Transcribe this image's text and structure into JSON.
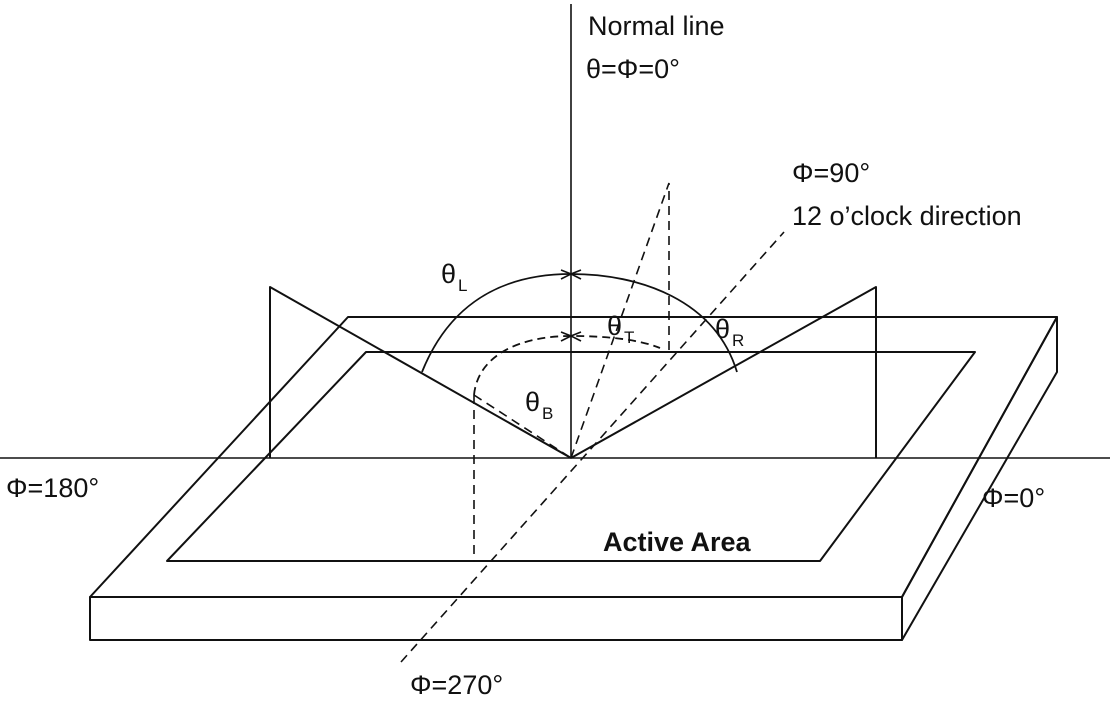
{
  "labels": {
    "normal_line": "Normal line",
    "normal_angle": "θ=Φ=0°",
    "phi_90": "Φ=90°",
    "twelve_oclock": "12 o’clock direction",
    "phi_180": "Φ=180°",
    "phi_0": "Φ=0°",
    "phi_270": "Φ=270°",
    "active_area": "Active Area"
  },
  "angles": {
    "theta_symbol": "θ",
    "left_sub": "L",
    "right_sub": "R",
    "top_sub": "T",
    "bottom_sub": "B"
  },
  "colors": {
    "line": "#111111",
    "background": "#ffffff"
  }
}
